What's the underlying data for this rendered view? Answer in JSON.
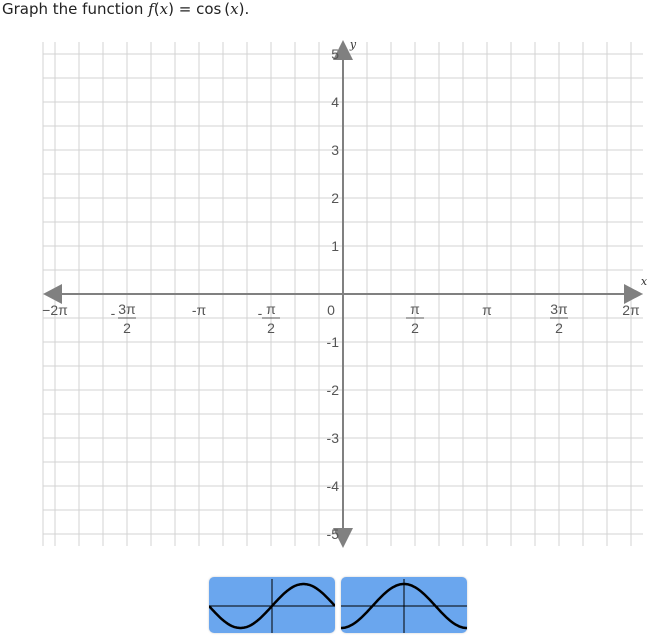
{
  "prompt": {
    "text_before": "Graph the function ",
    "fname": "f",
    "arg": "x",
    "middle": " = cos (",
    "arg2": "x",
    "end": ")."
  },
  "graph": {
    "x_axis_label": "x",
    "y_axis_label": "y",
    "x_ticks": [
      {
        "value": -6.2832,
        "label": "−2π"
      },
      {
        "value": -4.7124,
        "num": "3π",
        "den": "2",
        "neg": true
      },
      {
        "value": -3.1416,
        "label": "-π"
      },
      {
        "value": -1.5708,
        "num": "π",
        "den": "2",
        "neg": true
      },
      {
        "value": 0,
        "label": "0"
      },
      {
        "value": 1.5708,
        "num": "π",
        "den": "2"
      },
      {
        "value": 3.1416,
        "label": "π"
      },
      {
        "value": 4.7124,
        "num": "3π",
        "den": "2"
      },
      {
        "value": 6.2832,
        "label": "2π"
      }
    ],
    "y_ticks": [
      5,
      4,
      3,
      2,
      1,
      -1,
      -2,
      -3,
      -4,
      -5
    ],
    "xlim": [
      -6.2832,
      6.2832
    ],
    "ylim": [
      -5,
      5
    ],
    "grid": true,
    "axis_color": "#808080",
    "grid_color": "#d3d3d3"
  },
  "choices": [
    {
      "id": "sine-shape",
      "icon": "sine-wave-icon"
    },
    {
      "id": "cosine-shape",
      "icon": "cosine-wave-icon"
    }
  ],
  "choice_color": "#6aa6ee"
}
